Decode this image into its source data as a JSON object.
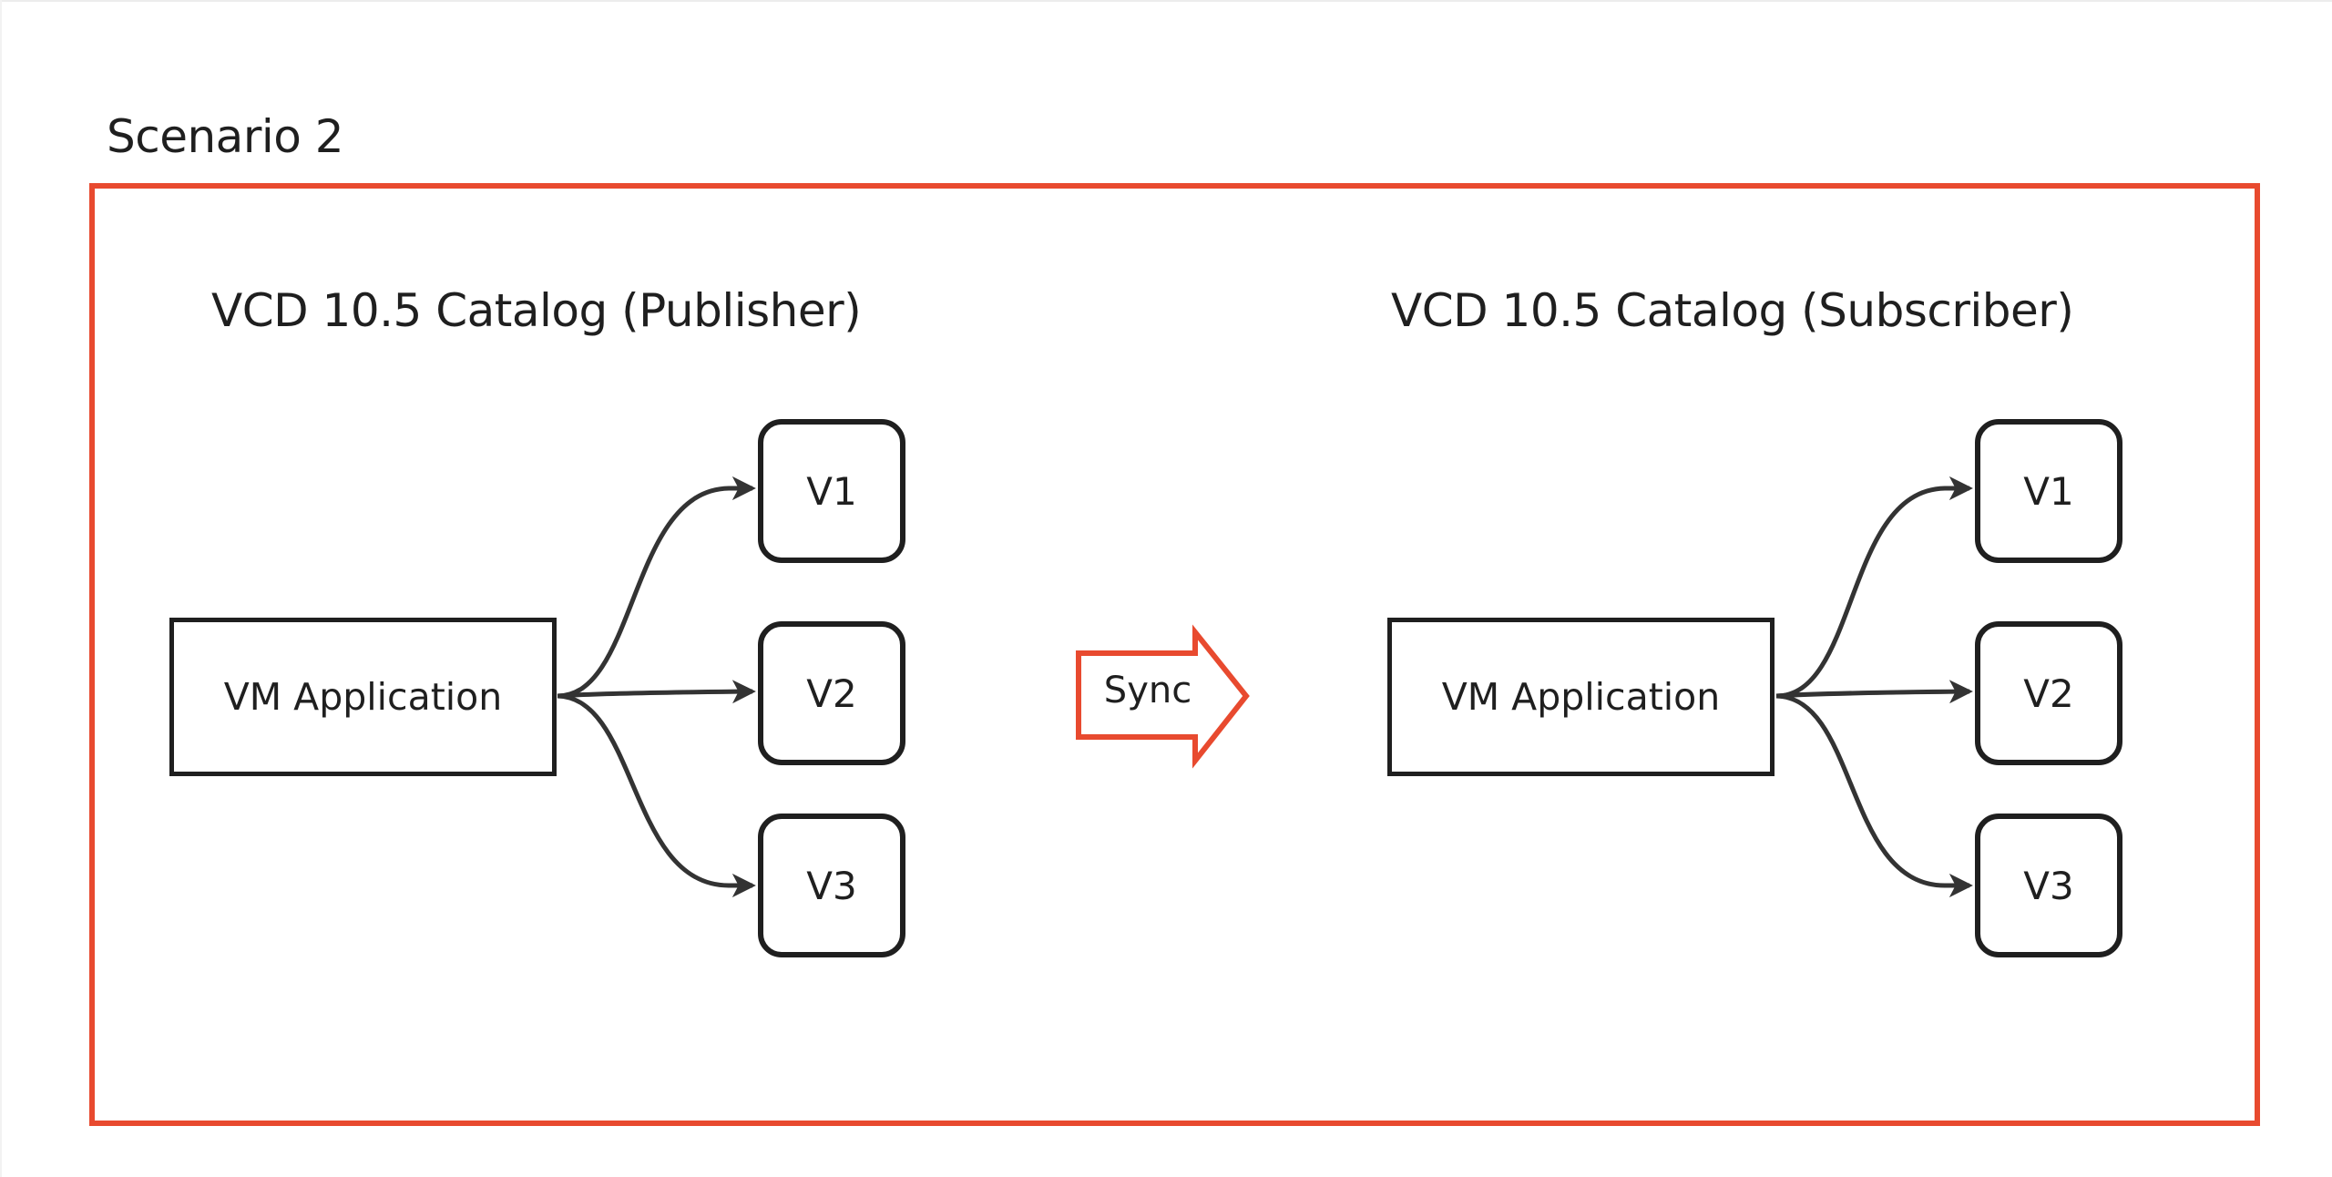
{
  "diagram": {
    "scenario_title": "Scenario 2",
    "frame_color": "#e84a2f",
    "line_color": "#333333",
    "publisher": {
      "title": "VCD 10.5 Catalog (Publisher)",
      "source": "VM Application",
      "versions": [
        "V1",
        "V2",
        "V3"
      ]
    },
    "sync": {
      "label": "Sync",
      "direction": "publisher-to-subscriber"
    },
    "subscriber": {
      "title": "VCD 10.5 Catalog (Subscriber)",
      "source": "VM Application",
      "versions": [
        "V1",
        "V2",
        "V3"
      ]
    },
    "edges": [
      {
        "from": "publisher.source",
        "to": "publisher.V1"
      },
      {
        "from": "publisher.source",
        "to": "publisher.V2"
      },
      {
        "from": "publisher.source",
        "to": "publisher.V3"
      },
      {
        "from": "subscriber.source",
        "to": "subscriber.V1"
      },
      {
        "from": "subscriber.source",
        "to": "subscriber.V2"
      },
      {
        "from": "subscriber.source",
        "to": "subscriber.V3"
      }
    ]
  }
}
